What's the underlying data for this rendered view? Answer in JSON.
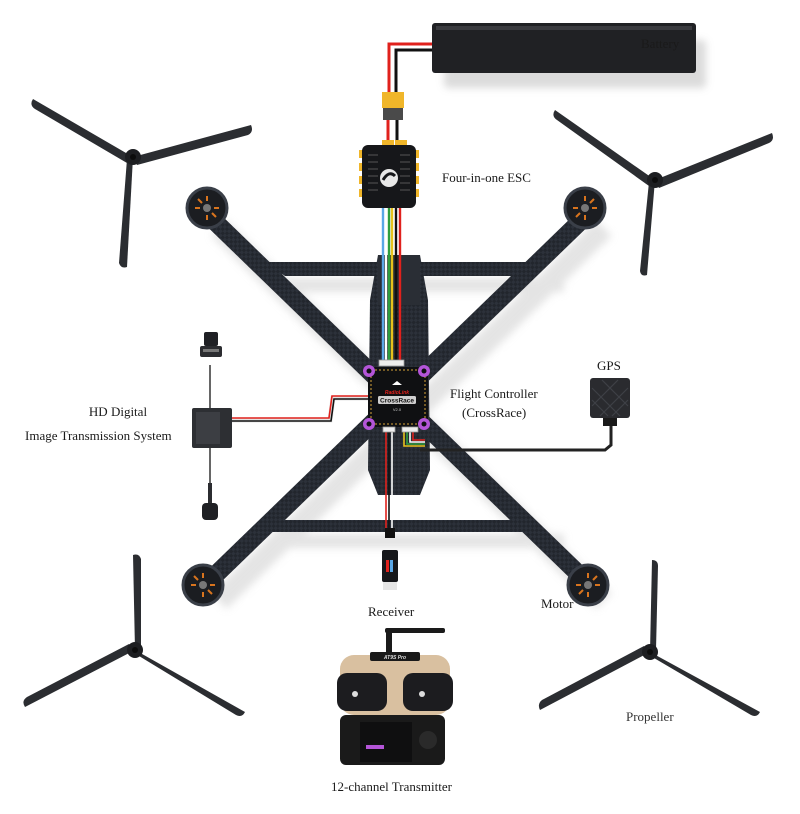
{
  "title": "Drone component wiring diagram",
  "labels": {
    "battery": "Battery",
    "esc": "Four-in-one ESC",
    "hd_line1": "HD Digital",
    "hd_line2": "Image Transmission System",
    "fc_line1": "Flight Controller",
    "fc_line2": "(CrossRace)",
    "gps": "GPS",
    "receiver": "Receiver",
    "motor": "Motor",
    "propeller": "Propeller",
    "transmitter": "12-channel Transmitter"
  },
  "printed_text": {
    "fc_brand": "RadioLink",
    "fc_model": "CrossRace",
    "fc_version": "V2.0",
    "tx_model": "AT9S Pro"
  },
  "colors": {
    "frame": "#22262d",
    "frame_light": "#3a3f48",
    "propeller": "#2b2d31",
    "fc_mount": "#b455d8",
    "wire_red": "#e0211c",
    "wire_black": "#111111",
    "wire_blue": "#5aa7e6",
    "wire_green": "#2f9e3e",
    "wire_yellow": "#e7c21c",
    "connector_yellow": "#f0b62a",
    "transmitter_gold": "#d9c0a0",
    "motor_orange": "#d8741e",
    "shadow": "#d9d9d9"
  }
}
